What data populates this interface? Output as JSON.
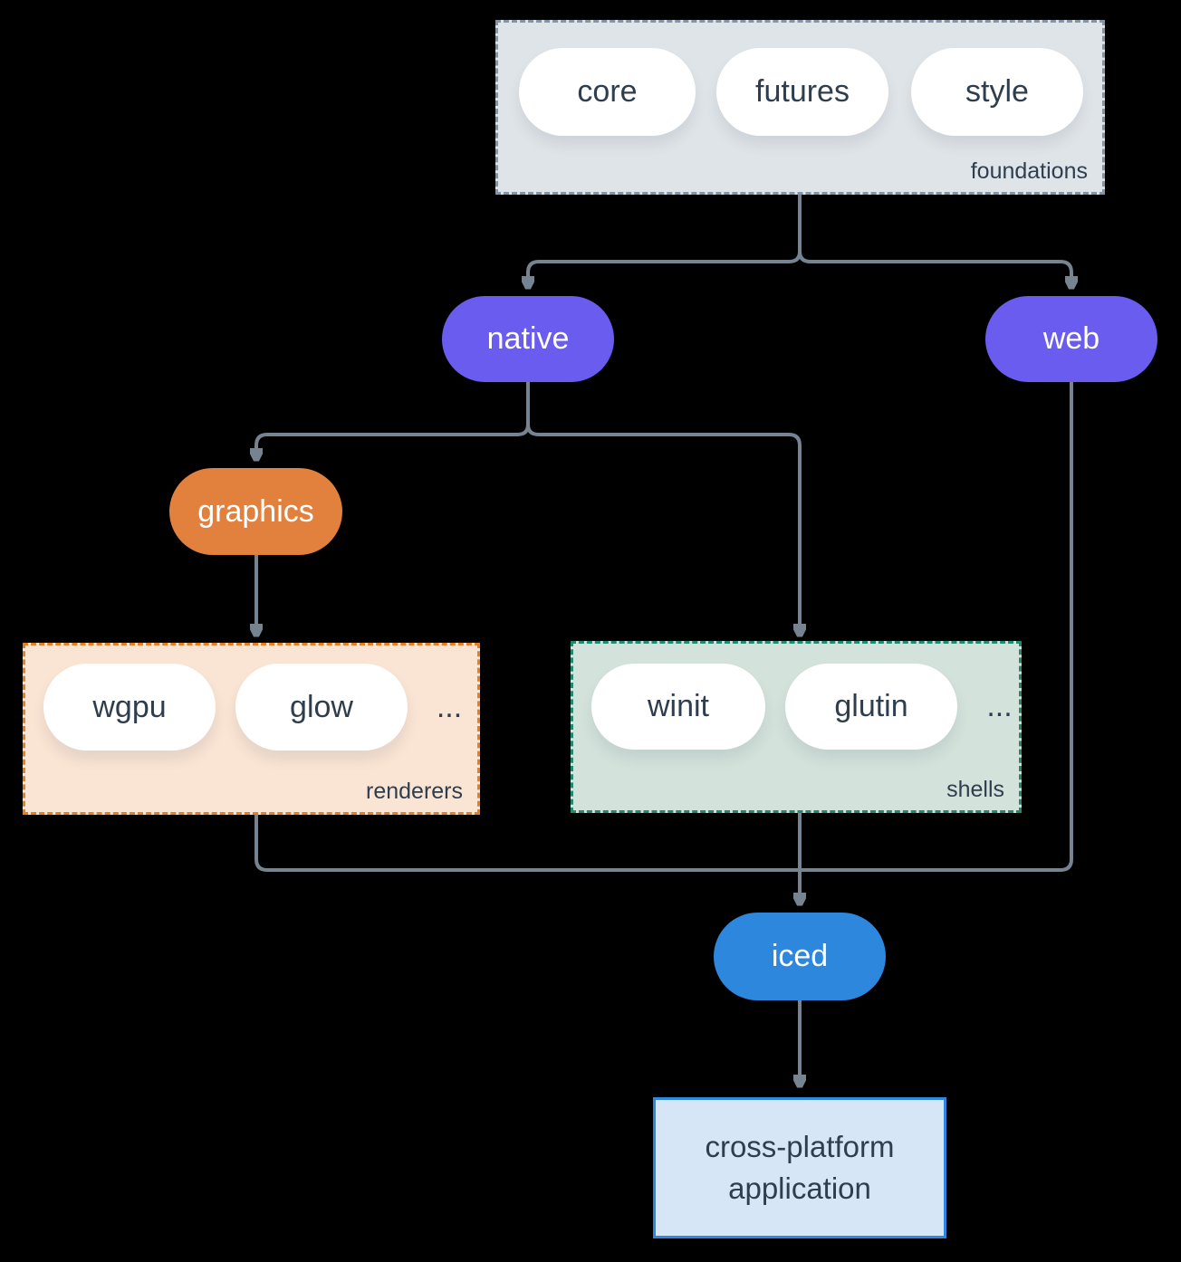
{
  "diagram": {
    "foundations": {
      "label": "foundations",
      "pills": [
        "core",
        "futures",
        "style"
      ]
    },
    "native": {
      "label": "native"
    },
    "web": {
      "label": "web"
    },
    "graphics": {
      "label": "graphics"
    },
    "renderers": {
      "label": "renderers",
      "pills": [
        "wgpu",
        "glow"
      ],
      "more": "..."
    },
    "shells": {
      "label": "shells",
      "pills": [
        "winit",
        "glutin"
      ],
      "more": "..."
    },
    "iced": {
      "label": "iced"
    },
    "application": {
      "line1": "cross-platform",
      "line2": "application"
    }
  },
  "colors": {
    "background": "#000000",
    "connector": "#768491",
    "node_purple": "#6b5cf0",
    "node_orange": "#e1813d",
    "node_blue": "#2d87dc",
    "pill_white": "#ffffff",
    "text_dark": "#2f3e4e",
    "text_light": "#ffffff",
    "foundations_fill": "#dfe4e8",
    "foundations_border": "#8494a4",
    "renderers_fill": "#fae4d3",
    "renderers_border": "#e67e22",
    "shells_fill": "#d3e2db",
    "shells_border": "#1f8a70",
    "app_fill": "#d7e6f7",
    "app_border": "#2d87dc"
  }
}
